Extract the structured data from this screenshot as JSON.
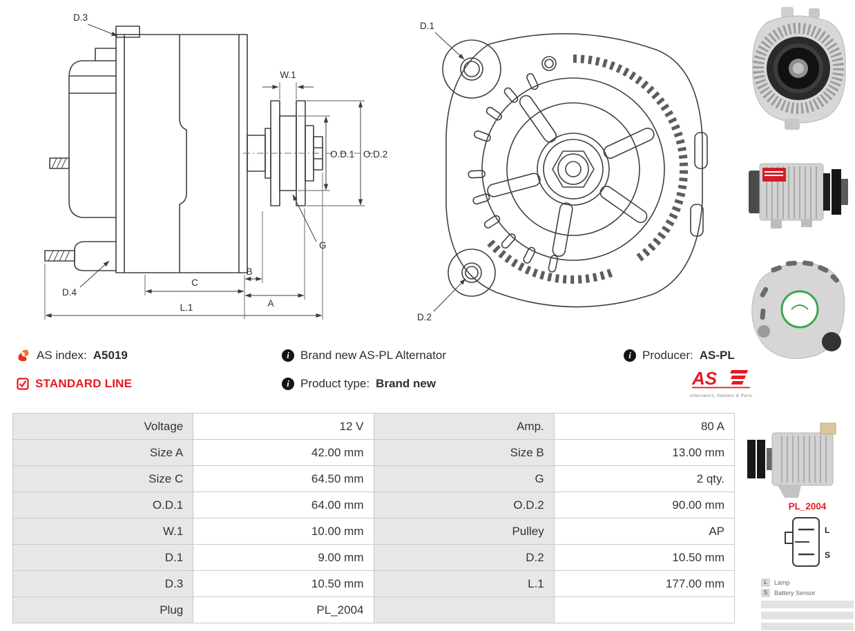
{
  "info": {
    "as_index_label": "AS index:",
    "as_index_value": "A5019",
    "standard_line_label": "STANDARD LINE",
    "description": "Brand new AS-PL Alternator",
    "product_type_label": "Product type:",
    "product_type_value": "Brand new",
    "producer_label": "Producer:",
    "producer_value": "AS-PL"
  },
  "icons": {
    "info_glyph": "i"
  },
  "logo": {
    "text": "AS",
    "tagline": "Alternators, Starters & Parts"
  },
  "drawings": {
    "side": {
      "d3": "D.3",
      "d4": "D.4",
      "w1": "W.1",
      "od1": "O.D.1",
      "od2": "O.D.2",
      "g": "G",
      "c": "C",
      "b": "B",
      "a": "A",
      "l1": "L.1"
    },
    "front": {
      "d1": "D.1",
      "d2": "D.2"
    }
  },
  "table": {
    "rows": [
      {
        "c0": "Voltage",
        "c1": "12 V",
        "c2": "Amp.",
        "c3": "80 A"
      },
      {
        "c0": "Size A",
        "c1": "42.00 mm",
        "c2": "Size B",
        "c3": "13.00 mm"
      },
      {
        "c0": "Size C",
        "c1": "64.50 mm",
        "c2": "G",
        "c3": "2 qty."
      },
      {
        "c0": "O.D.1",
        "c1": "64.00 mm",
        "c2": "O.D.2",
        "c3": "90.00 mm"
      },
      {
        "c0": "W.1",
        "c1": "10.00 mm",
        "c2": "Pulley",
        "c3": "AP"
      },
      {
        "c0": "D.1",
        "c1": "9.00 mm",
        "c2": "D.2",
        "c3": "10.50 mm"
      },
      {
        "c0": "D.3",
        "c1": "10.50 mm",
        "c2": "L.1",
        "c3": "177.00 mm"
      },
      {
        "c0": "Plug",
        "c1": "PL_2004",
        "c2": "",
        "c3": ""
      }
    ]
  },
  "plug": {
    "name": "PL_2004",
    "pins": [
      "L",
      "S"
    ],
    "legend": [
      {
        "pin": "L",
        "desc": "Lamp"
      },
      {
        "pin": "S",
        "desc": "Battery Sensor"
      }
    ]
  },
  "colors": {
    "accent_red": "#e8191f",
    "table_label_bg": "#e7e7e7",
    "drawing_line": "#3c3c3c"
  }
}
